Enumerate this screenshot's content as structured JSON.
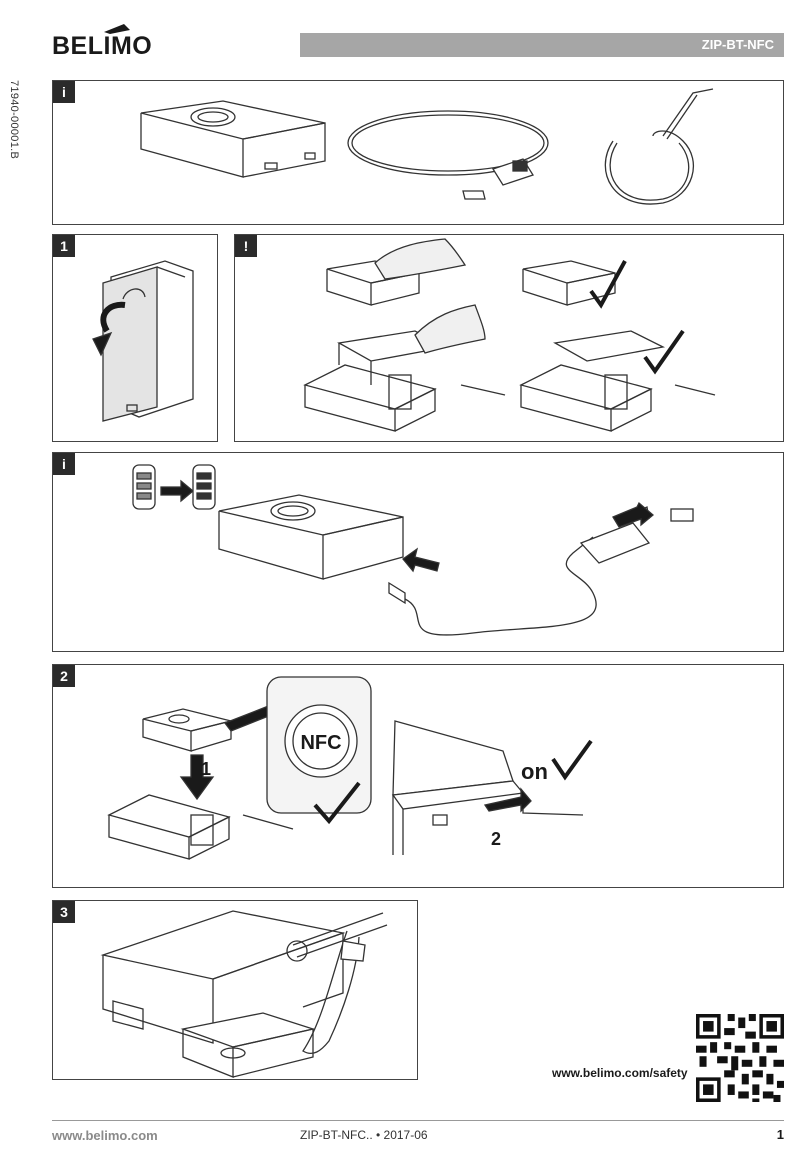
{
  "header": {
    "brand": "BELIMO",
    "product_code": "ZIP-BT-NFC",
    "doc_number": "71940-00001.B"
  },
  "panels": {
    "info_contents": {
      "label": "i"
    },
    "step1": {
      "label": "1"
    },
    "warning": {
      "label": "!"
    },
    "info_battery": {
      "label": "i"
    },
    "step2": {
      "label": "2",
      "nfc_text": "NFC",
      "sub1": "1",
      "sub2": "2",
      "on_text": "on"
    },
    "step3": {
      "label": "3"
    }
  },
  "safety": {
    "url": "www.belimo.com/safety"
  },
  "footer": {
    "website": "www.belimo.com",
    "doc_ref": "ZIP-BT-NFC.. • 2017-06",
    "page": "1"
  },
  "colors": {
    "label_bg": "#2b2b2b",
    "product_bar": "#a6a6a6",
    "line_art": "#333333"
  }
}
